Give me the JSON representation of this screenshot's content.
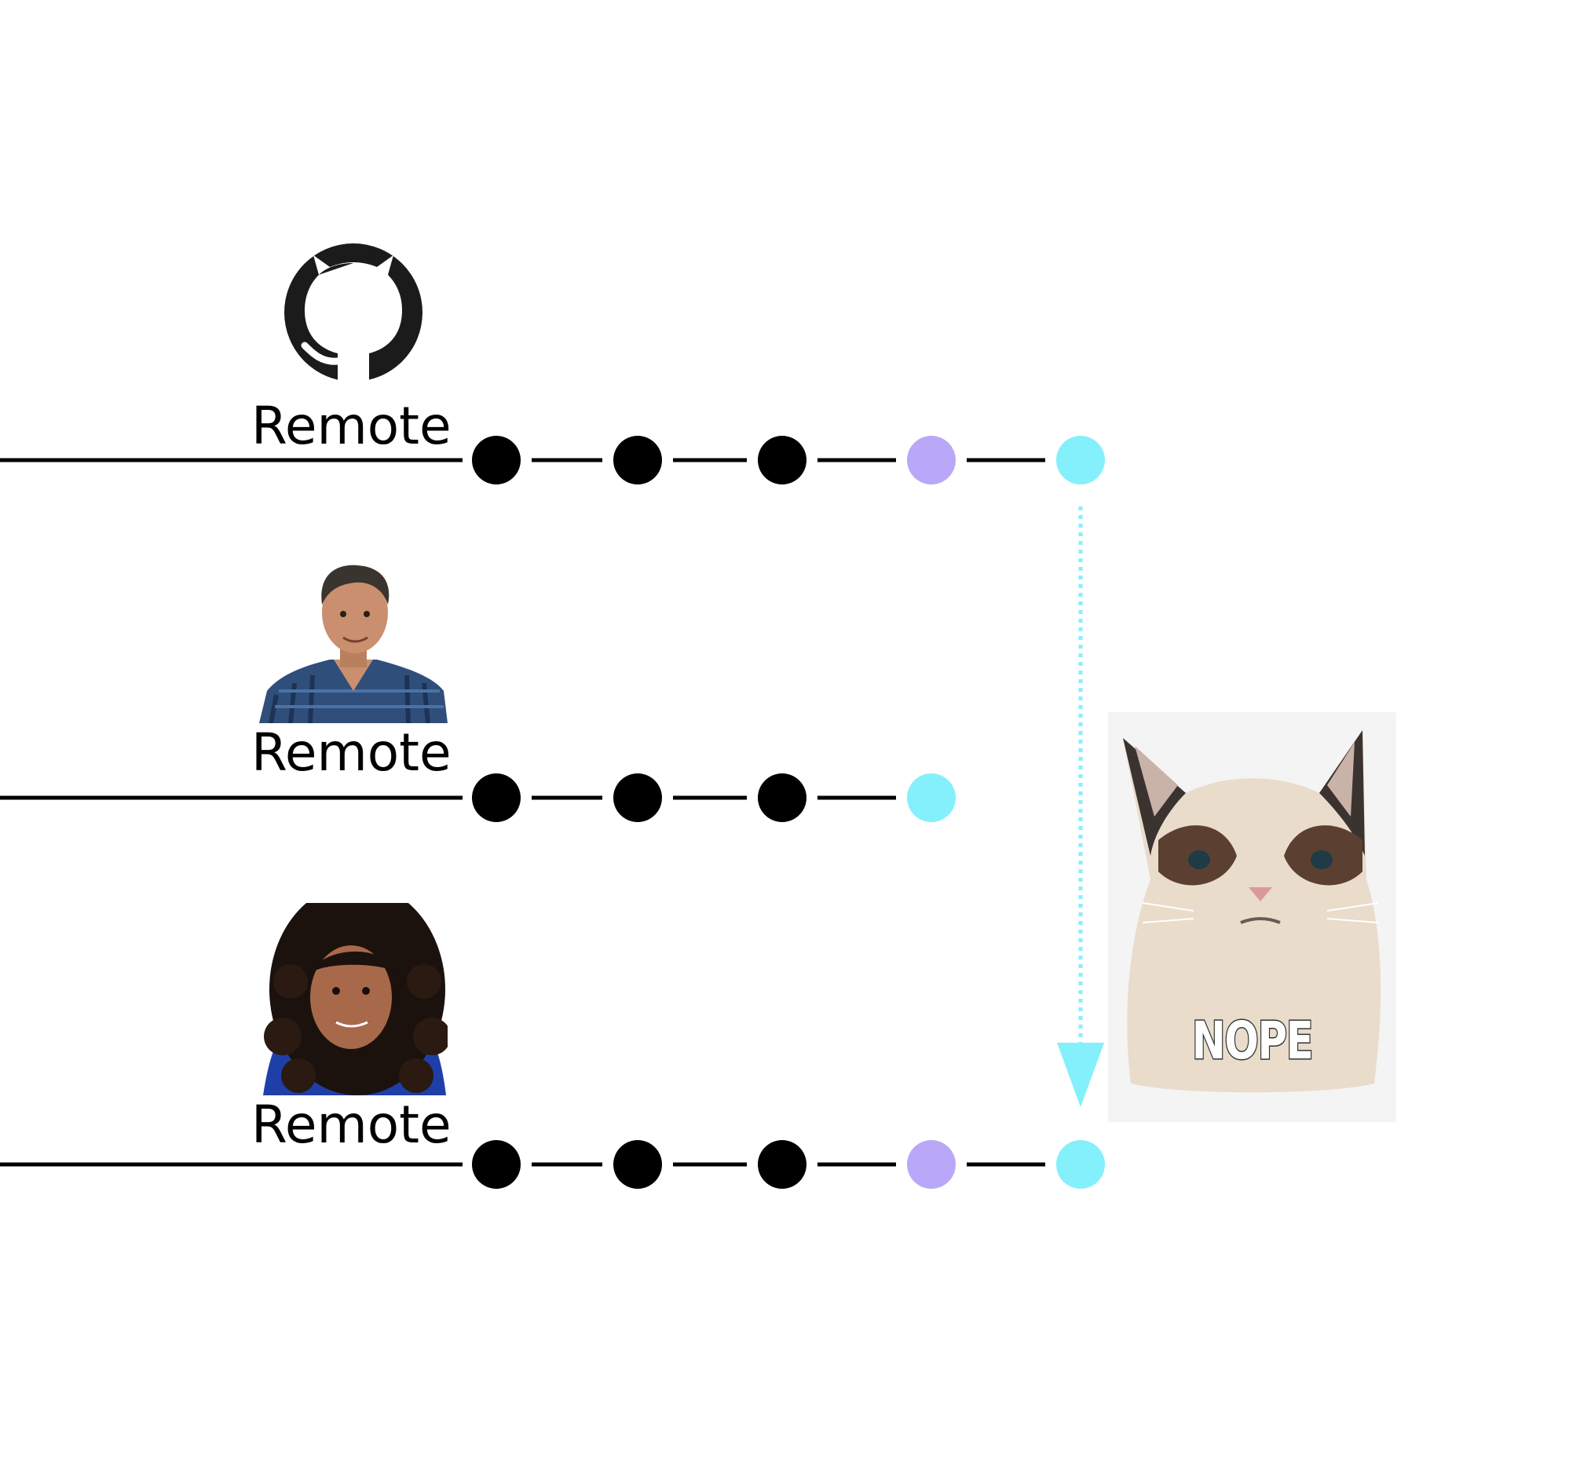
{
  "colors": {
    "commit_black": "#000000",
    "commit_purple": "#b9a8f7",
    "commit_cyan": "#84f0fb",
    "arrow_cyan": "#84f0fb"
  },
  "rows": [
    {
      "id": "github-remote",
      "label": "Remote",
      "avatar_icon": "github-octocat-icon",
      "commits": [
        "black",
        "black",
        "black",
        "purple",
        "cyan"
      ]
    },
    {
      "id": "collaborator-1-remote",
      "label": "Remote",
      "avatar_icon": "person-photo-man",
      "commits": [
        "black",
        "black",
        "black",
        "cyan"
      ]
    },
    {
      "id": "collaborator-2-remote",
      "label": "Remote",
      "avatar_icon": "person-photo-woman",
      "commits": [
        "black",
        "black",
        "black",
        "purple",
        "cyan"
      ]
    }
  ],
  "meme": {
    "icon": "grumpy-cat-image",
    "caption": "NOPE"
  }
}
